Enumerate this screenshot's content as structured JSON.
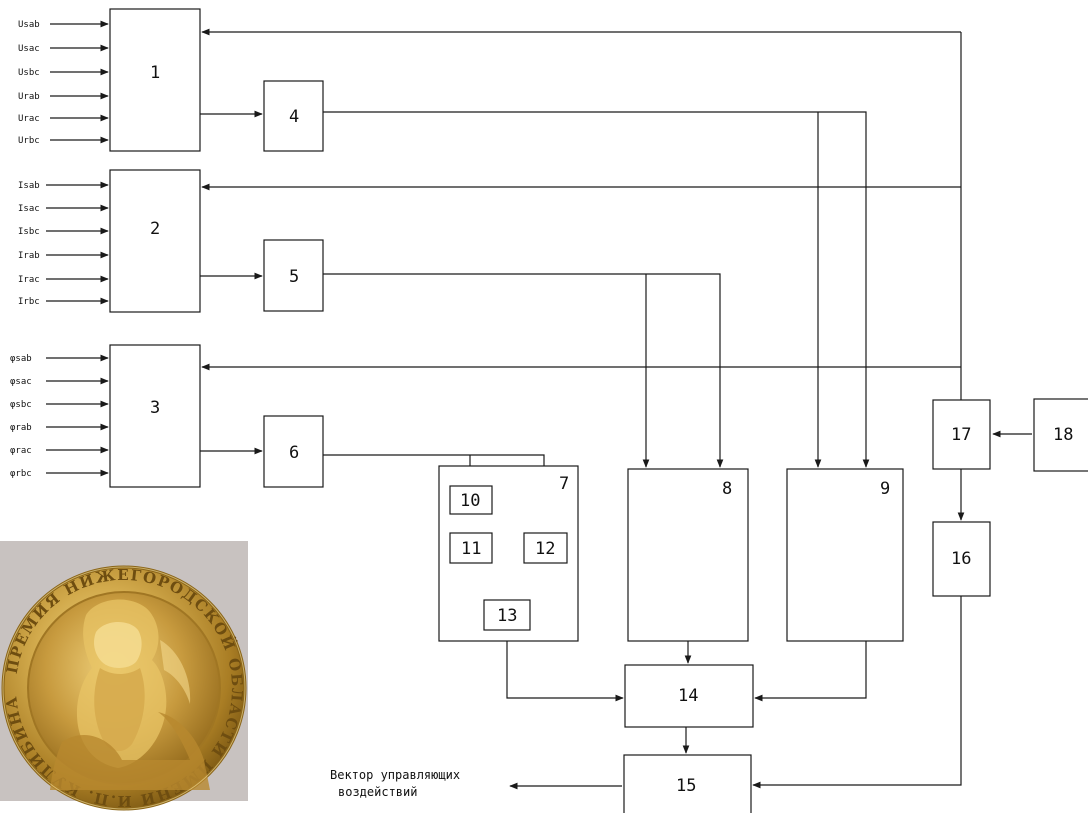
{
  "blocks": {
    "b1": "1",
    "b2": "2",
    "b3": "3",
    "b4": "4",
    "b5": "5",
    "b6": "6",
    "b7": "7",
    "b8": "8",
    "b9": "9",
    "b10": "10",
    "b11": "11",
    "b12": "12",
    "b13": "13",
    "b14": "14",
    "b15": "15",
    "b16": "16",
    "b17": "17",
    "b18": "18"
  },
  "inputs": {
    "block1": [
      "Usab",
      "Usac",
      "Usbc",
      "Urab",
      "Urac",
      "Urbc"
    ],
    "block2": [
      "Isab",
      "Isac",
      "Isbc",
      "Irab",
      "Irac",
      "Irbc"
    ],
    "block3": [
      "φsab",
      "φsac",
      "φsbc",
      "φrab",
      "φrac",
      "φrbc"
    ]
  },
  "output_caption": {
    "line1": "Вектор управляющих",
    "line2": "воздействий"
  },
  "medal": {
    "inscription": "ПРЕМИЯ НИЖЕГОРОДСКОЙ ОБЛАСТИ ИМЕНИ И.П. КУЛИБИНА"
  },
  "colors": {
    "line": "#1a1a1a",
    "medal_gold": "#c9a043",
    "medal_background": "#c8c2c0"
  }
}
